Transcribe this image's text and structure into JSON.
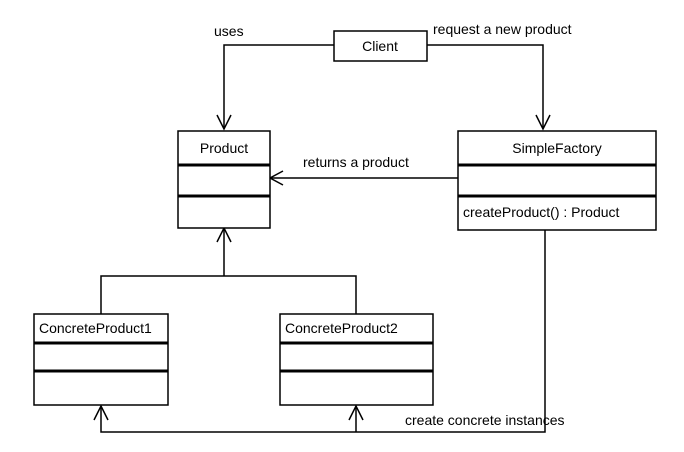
{
  "classes": {
    "client": {
      "name": "Client"
    },
    "product": {
      "name": "Product"
    },
    "simple_factory": {
      "name": "SimpleFactory",
      "method": "createProduct() : Product"
    },
    "concrete_product_1": {
      "name": "ConcreteProduct1"
    },
    "concrete_product_2": {
      "name": "ConcreteProduct2"
    }
  },
  "relations": {
    "uses": "uses",
    "request": "request a new product",
    "returns": "returns a product",
    "creates": "create concrete instances"
  }
}
